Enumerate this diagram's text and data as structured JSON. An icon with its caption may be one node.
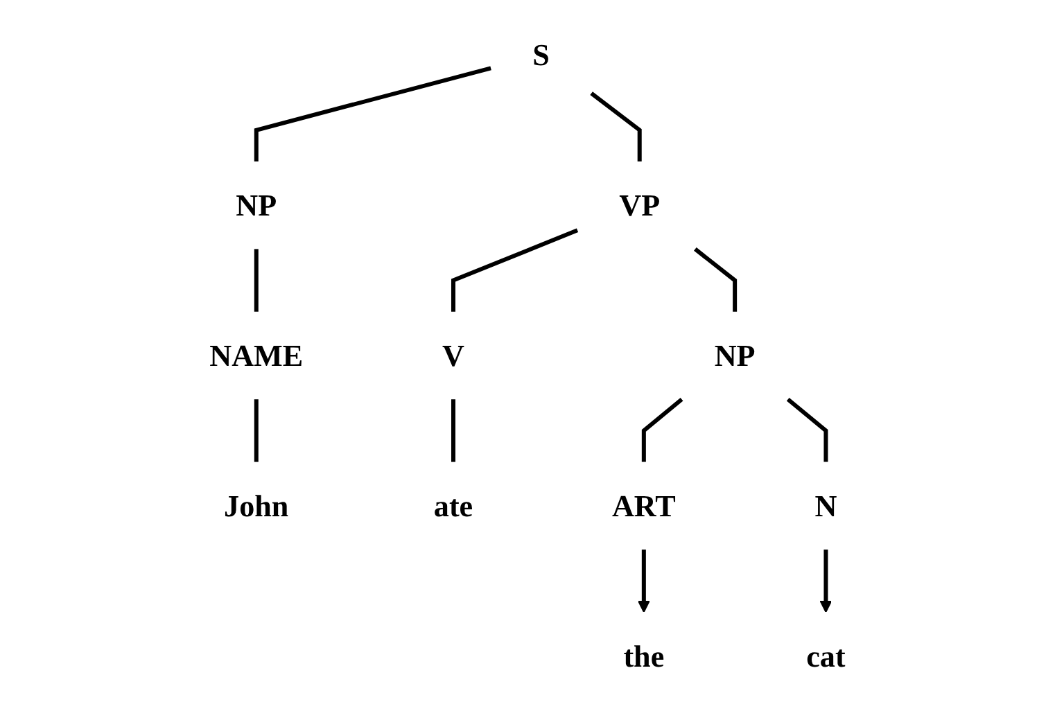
{
  "diagram": {
    "nodes": [
      {
        "text": [
          "S"
        ]
      },
      {
        "text": [
          "NP"
        ]
      },
      {
        "text": [
          "VP"
        ]
      },
      {
        "text": [
          "NAME"
        ]
      },
      {
        "text": [
          "V"
        ]
      },
      {
        "text": [
          "NP"
        ]
      },
      {
        "text": [
          "John"
        ]
      },
      {
        "text": [
          "ate"
        ]
      },
      {
        "text": [
          "ART"
        ]
      },
      {
        "text": [
          "N"
        ]
      },
      {
        "text": [
          "the"
        ]
      },
      {
        "text": [
          "cat"
        ]
      }
    ],
    "edges": [
      {
        "from": 0,
        "to": 1,
        "arrow": "none"
      },
      {
        "from": 0,
        "to": 2,
        "arrow": "none"
      },
      {
        "from": 1,
        "to": 3,
        "arrow": "none"
      },
      {
        "from": 2,
        "to": 4,
        "arrow": "none"
      },
      {
        "from": 2,
        "to": 5,
        "arrow": "none"
      },
      {
        "from": 3,
        "to": 6,
        "arrow": "none"
      },
      {
        "from": 4,
        "to": 7,
        "arrow": "none"
      },
      {
        "from": 5,
        "to": 8,
        "arrow": "none"
      },
      {
        "from": 5,
        "to": 9,
        "arrow": "none"
      },
      {
        "from": 8,
        "to": 10,
        "arrow": "to"
      },
      {
        "from": 9,
        "to": 11,
        "arrow": "to"
      }
    ]
  }
}
